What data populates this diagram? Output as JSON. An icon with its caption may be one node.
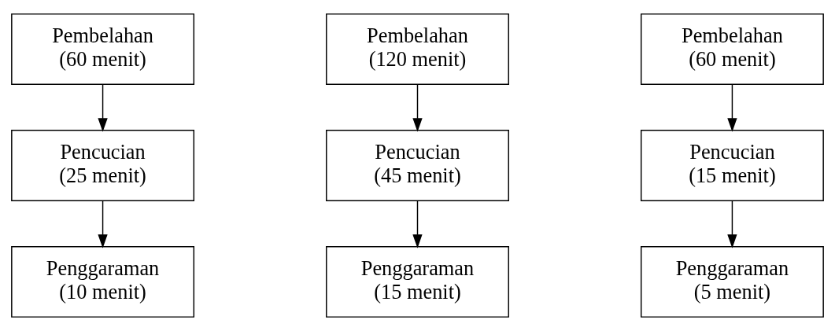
{
  "diagram": {
    "nodes": [
      {
        "text": [
          "Pembelahan",
          "(60 menit)"
        ]
      },
      {
        "text": [
          "Pencucian",
          "(25 menit)"
        ]
      },
      {
        "text": [
          "Penggaraman",
          "(10 menit)"
        ]
      },
      {
        "text": [
          "Pembelahan",
          "(120 menit)"
        ]
      },
      {
        "text": [
          "Pencucian",
          "(45 menit)"
        ]
      },
      {
        "text": [
          "Penggaraman",
          "(15 menit)"
        ]
      },
      {
        "text": [
          "Pembelahan",
          "(60 menit)"
        ]
      },
      {
        "text": [
          "Pencucian",
          "(15 menit)"
        ]
      },
      {
        "text": [
          "Penggaraman",
          "(5 menit)"
        ]
      }
    ],
    "edges": [
      {
        "from": 0,
        "to": 1,
        "arrow": "to"
      },
      {
        "from": 1,
        "to": 2,
        "arrow": "to"
      },
      {
        "from": 3,
        "to": 4,
        "arrow": "to"
      },
      {
        "from": 4,
        "to": 5,
        "arrow": "to"
      },
      {
        "from": 6,
        "to": 7,
        "arrow": "to"
      },
      {
        "from": 7,
        "to": 8,
        "arrow": "to"
      }
    ]
  }
}
